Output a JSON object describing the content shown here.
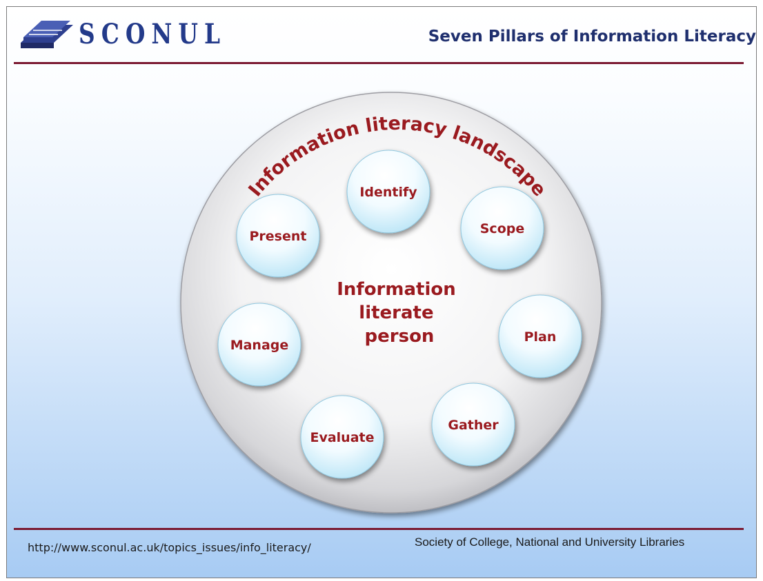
{
  "header": {
    "logo_text": "SCONUL",
    "title": "Seven Pillars of Information Literacy"
  },
  "diagram": {
    "landscape_label": "Information literacy landscape",
    "center_label": [
      "Information",
      "literate",
      "person"
    ],
    "pillars": [
      "Identify",
      "Scope",
      "Plan",
      "Gather",
      "Evaluate",
      "Manage",
      "Present"
    ]
  },
  "footer": {
    "url": "http://www.sconul.ac.uk/topics_issues/info_literacy/",
    "organization": "Society of College, National and University Libraries"
  },
  "colors": {
    "accent": "#9a1a1f",
    "rule": "#7a1830",
    "logo": "#233a8a",
    "title": "#1f2f6e"
  }
}
